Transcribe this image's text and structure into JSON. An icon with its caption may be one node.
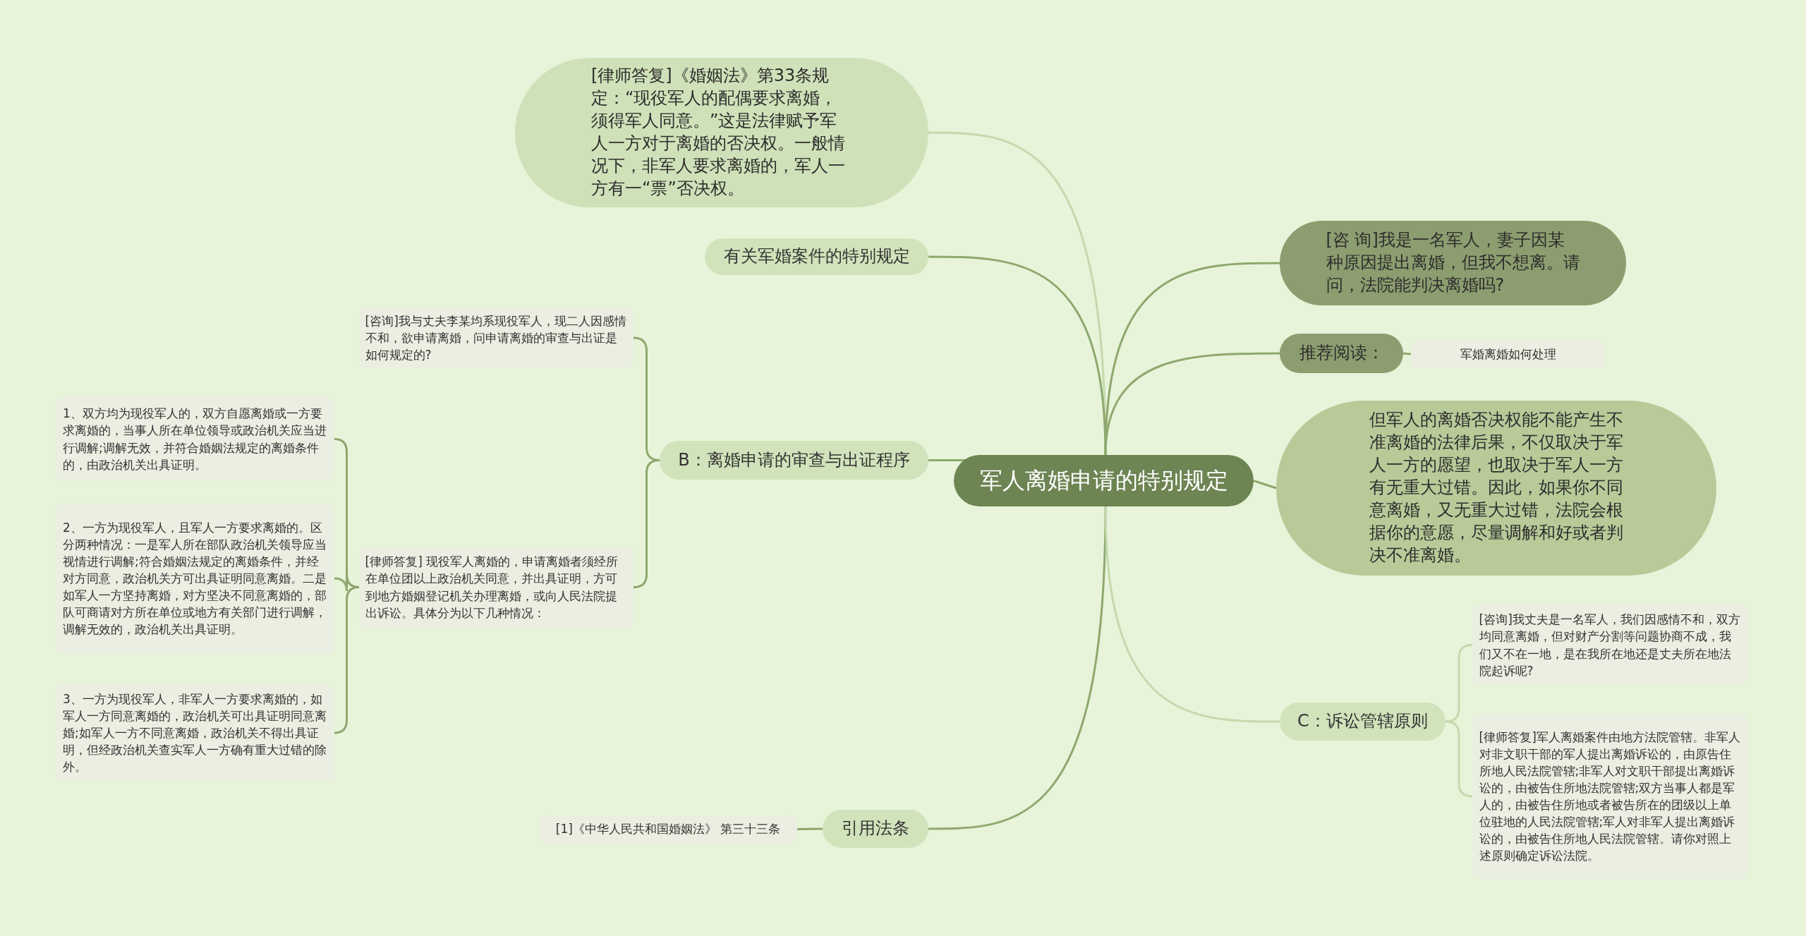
{
  "diagram": {
    "nodes": [
      {
        "text": [
          "军人离婚申请的特别规定"
        ]
      },
      {
        "text": [
          "[律师答复]《婚姻法》第33条规定：“现役军人的配偶要求离婚，须得军人同意。”这是法律赋予军人一方对于离婚的否决权。一般情况下，非军人要求离婚的，军人一方有一“票”否决权。"
        ]
      },
      {
        "text": [
          "有关军婚案件的特别规定"
        ]
      },
      {
        "text": [
          "B：离婚申请的审查与出证程序"
        ]
      },
      {
        "text": [
          "[咨询]我与丈夫李某均系现役军人，现二人因感情不和，欲申请离婚，问申请离婚的审查与出证是如何规定的?"
        ]
      },
      {
        "text": [
          "[律师答复] 现役军人离婚的，申请离婚者须经所在单位团以上政治机关同意，并出具证明，方可到地方婚姻登记机关办理离婚，或向人民法院提出诉讼。具体分为以下几种情况："
        ]
      },
      {
        "text": [
          "1、双方均为现役军人的，双方自愿离婚或一方要求离婚的，当事人所在单位领导或政治机关应当进行调解;调解无效，并符合婚姻法规定的离婚条件的，由政治机关出具证明。"
        ]
      },
      {
        "text": [
          "2、一方为现役军人，且军人一方要求离婚的。区分两种情况：一是军人所在部队政治机关领导应当视情进行调解;符合婚姻法规定的离婚条件，并经对方同意，政治机关方可出具证明同意离婚。二是如军人一方坚持离婚，对方坚决不同意离婚的，部队可商请对方所在单位或地方有关部门进行调解，调解无效的，政治机关出具证明。"
        ]
      },
      {
        "text": [
          "3、一方为现役军人，非军人一方要求离婚的，如军人一方同意离婚的，政治机关可出具证明同意离婚;如军人一方不同意离婚，政治机关不得出具证明，但经政治机关查实军人一方确有重大过错的除外。"
        ]
      },
      {
        "text": [
          "引用法条"
        ]
      },
      {
        "text": [
          "[1]《中华人民共和国婚姻法》 第三十三条"
        ]
      },
      {
        "text": [
          "[咨 询]我是一名军人，妻子因某种原因提出离婚，但我不想离。请问，法院能判决离婚吗?"
        ]
      },
      {
        "text": [
          "推荐阅读："
        ]
      },
      {
        "text": [
          "军婚离婚如何处理"
        ]
      },
      {
        "text": [
          "但军人的离婚否决权能不能产生不准离婚的法律后果，不仅取决于军人一方的愿望，也取决于军人一方有无重大过错。因此，如果你不同意离婚，又无重大过错，法院会根据你的意愿，尽量调解和好或者判决不准离婚。"
        ]
      },
      {
        "text": [
          "C：诉讼管辖原则"
        ]
      },
      {
        "text": [
          "[咨询]我丈夫是一名军人，我们因感情不和，双方均同意离婚，但对财产分割等问题协商不成，我们又不在一地，是在我所在地还是丈夫所在地法院起诉呢?"
        ]
      },
      {
        "text": [
          "[律师答复]军人离婚案件由地方法院管辖。非军人对非文职干部的军人提出离婚诉讼的，由原告住所地人民法院管辖;非军人对文职干部提出离婚诉讼的，由被告住所地法院管辖;双方当事人都是军人的，由被告住所地或者被告所在的团级以上单位驻地的人民法院管辖;军人对非军人提出离婚诉讼的，由被告住所地人民法院管辖。请你对照上述原则确定诉讼法院。"
        ]
      }
    ],
    "edges": [
      {
        "from": 0,
        "to": 1,
        "arrow": "none",
        "color": "#c5d9ad"
      },
      {
        "from": 0,
        "to": 2,
        "arrow": "none"
      },
      {
        "from": 0,
        "to": 3,
        "arrow": "none"
      },
      {
        "from": 0,
        "to": 9,
        "arrow": "none"
      },
      {
        "from": 0,
        "to": 11,
        "arrow": "none"
      },
      {
        "from": 0,
        "to": 12,
        "arrow": "none"
      },
      {
        "from": 0,
        "to": 14,
        "arrow": "none"
      },
      {
        "from": 0,
        "to": 15,
        "arrow": "none",
        "color": "#c5d9ad"
      },
      {
        "from": 3,
        "to": 4,
        "arrow": "none"
      },
      {
        "from": 3,
        "to": 5,
        "arrow": "none"
      },
      {
        "from": 5,
        "to": 6,
        "arrow": "none"
      },
      {
        "from": 5,
        "to": 7,
        "arrow": "none"
      },
      {
        "from": 5,
        "to": 8,
        "arrow": "none"
      },
      {
        "from": 9,
        "to": 10,
        "arrow": "none"
      },
      {
        "from": 12,
        "to": 13,
        "arrow": "none"
      },
      {
        "from": 15,
        "to": 16,
        "arrow": "none",
        "color": "#c5d9ad"
      },
      {
        "from": 15,
        "to": 17,
        "arrow": "none",
        "color": "#c5d9ad"
      }
    ]
  }
}
